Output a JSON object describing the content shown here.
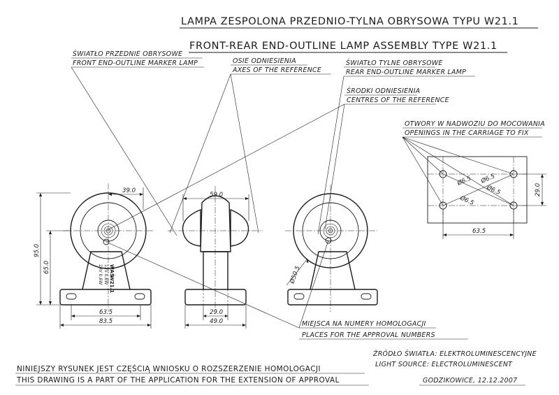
{
  "title": {
    "pl": "LAMPA ZESPOLONA PRZEDNIO-TYLNA OBRYSOWA TYPU W21.1",
    "en": "FRONT-REAR END-OUTLINE LAMP ASSEMBLY TYPE W21.1"
  },
  "labels": {
    "front_pl": "ŚWIATŁO PRZEDNIE OBRYSOWE",
    "front_en": "FRONT END-OUTLINE MARKER LAMP",
    "axes_pl": "OSIE ODNIESIENIA",
    "axes_en": "AXES OF THE REFERENCE",
    "rear_pl": "ŚWIATŁO TYLNE OBRYSOWE",
    "rear_en": "REAR END-OUTLINE MARKER LAMP",
    "centres_pl": "ŚRODKI ODNIESIENIA",
    "centres_en": "CENTRES OF THE REFERENCE",
    "openings_pl": "OTWORY W NADWOZIU DO MOCOWANIA",
    "openings_en": "OPENINGS IN THE CARRIAGE TO FIX",
    "places_pl": "MIEJSCA NA NUMERY HOMOLOGACJI",
    "places_en": "PLACES FOR THE APPROVAL NUMBERS",
    "source_pl": "ŹRÓDŁO ŚWIATŁA: ELEKTROLUMINESCENCYJNE",
    "source_en": "LIGHT SOURCE: ELECTROLUMINESCENT"
  },
  "dimensions": {
    "front_width_top": "39.0",
    "front_height_total": "95.0",
    "front_height_center": "65.0",
    "front_base_inner": "63.5",
    "front_base_outer": "83.5",
    "side_width": "59.0",
    "side_base_inner": "29.0",
    "side_base_outer": "49.0",
    "rear_diameter": "Ø50.5",
    "hole_pattern_width": "63.5",
    "hole_pattern_height": "29.0",
    "hole_diameter": "Ø6.5"
  },
  "stamp": {
    "line1": "W21.1",
    "line2": "12V 0,6W",
    "line3": "24V 0,6W",
    "mark": "WAŚ"
  },
  "footer": {
    "note_pl": "NINIEJSZY RYSUNEK JEST CZĘŚCIĄ WNIOSKU O ROZSZERZENIE HOMOLOGACJI",
    "note_en": "THIS DRAWING IS A PART OF THE APPLICATION FOR THE EXTENSION OF APPROVAL",
    "date": "GODZIKOWICE, 12.12.2007"
  }
}
